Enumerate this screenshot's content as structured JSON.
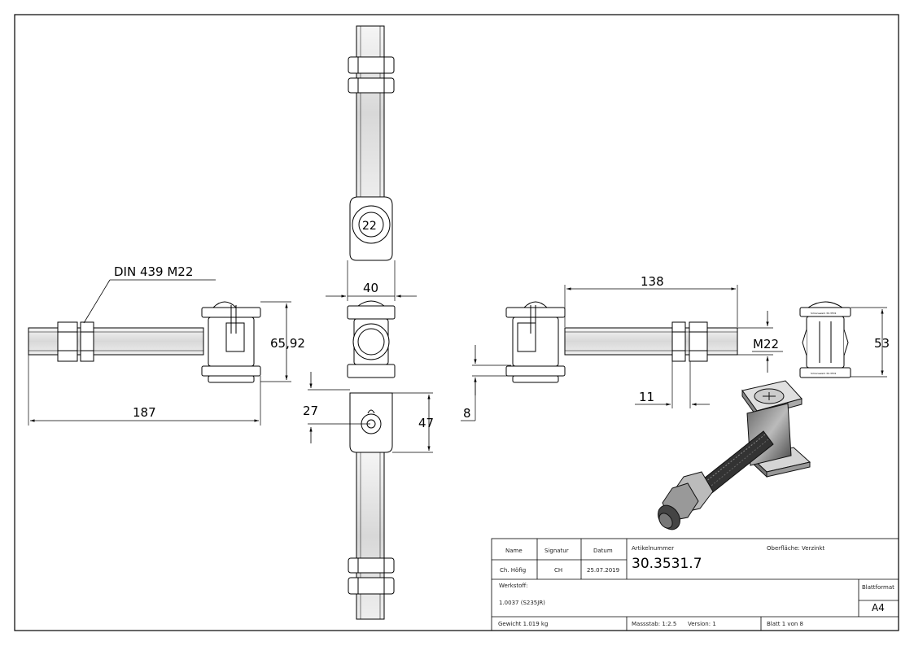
{
  "dimensions": {
    "din_label": "DIN 439 M22",
    "d187": "187",
    "d6592": "65,92",
    "d22": "22",
    "d40": "40",
    "d27": "27",
    "d47": "47",
    "d8": "8",
    "d138": "138",
    "dM22": "M22",
    "d11": "11",
    "d53": "53"
  },
  "label_plate_text": "Simonswerk 30.3531",
  "title_block": {
    "h_name": "Name",
    "h_signatur": "Signatur",
    "h_datum": "Datum",
    "v_name": "Ch. Höfig",
    "v_signatur": "CH",
    "v_datum": "25.07.2019",
    "artikel_label": "Artikelnummer",
    "artikel_value": "30.3531.7",
    "oberflaeche": "Oberfläche: Verzinkt",
    "werkstoff_label": "Werkstoff:",
    "werkstoff_value": "1.0037 (S235JR)",
    "blattformat_label": "Blattformat",
    "blattformat_value": "A4",
    "gewicht": "Gewicht 1.019 kg",
    "massstab": "Massstab: 1:2.5",
    "version": "Version: 1",
    "blatt": "Blatt 1 von 8"
  }
}
